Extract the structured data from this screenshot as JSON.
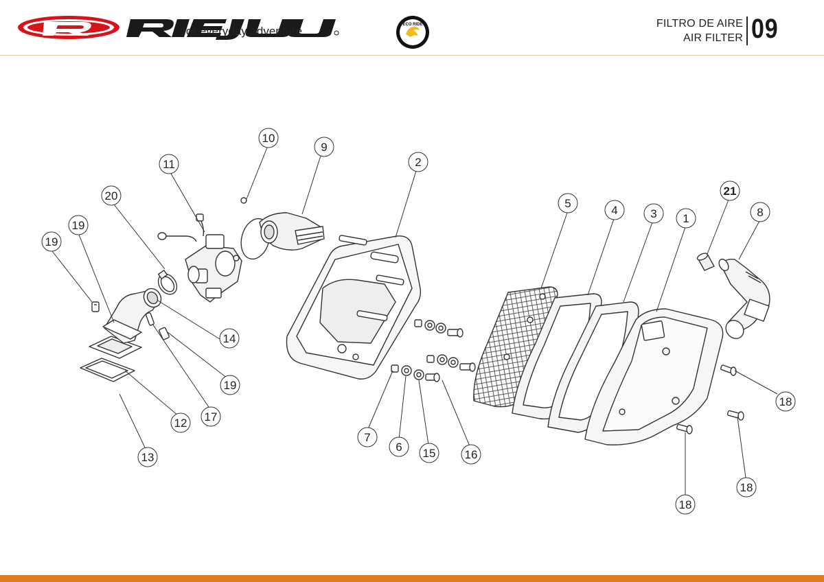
{
  "header": {
    "brand": "RIEJU",
    "tagline": "...for everyday adventure",
    "badge_text": "ECO RIDE",
    "title_es": "FILTRO DE AIRE",
    "title_en": "AIR FILTER",
    "section_number": "09"
  },
  "colors": {
    "brand_red": "#d8121a",
    "accent_orange": "#e07a1f",
    "line": "#333333"
  },
  "callouts": [
    "10",
    "9",
    "11",
    "2",
    "20",
    "19",
    "19",
    "5",
    "4",
    "3",
    "1",
    "21",
    "8",
    "14",
    "19",
    "17",
    "12",
    "13",
    "7",
    "6",
    "15",
    "16",
    "18",
    "18",
    "18"
  ]
}
